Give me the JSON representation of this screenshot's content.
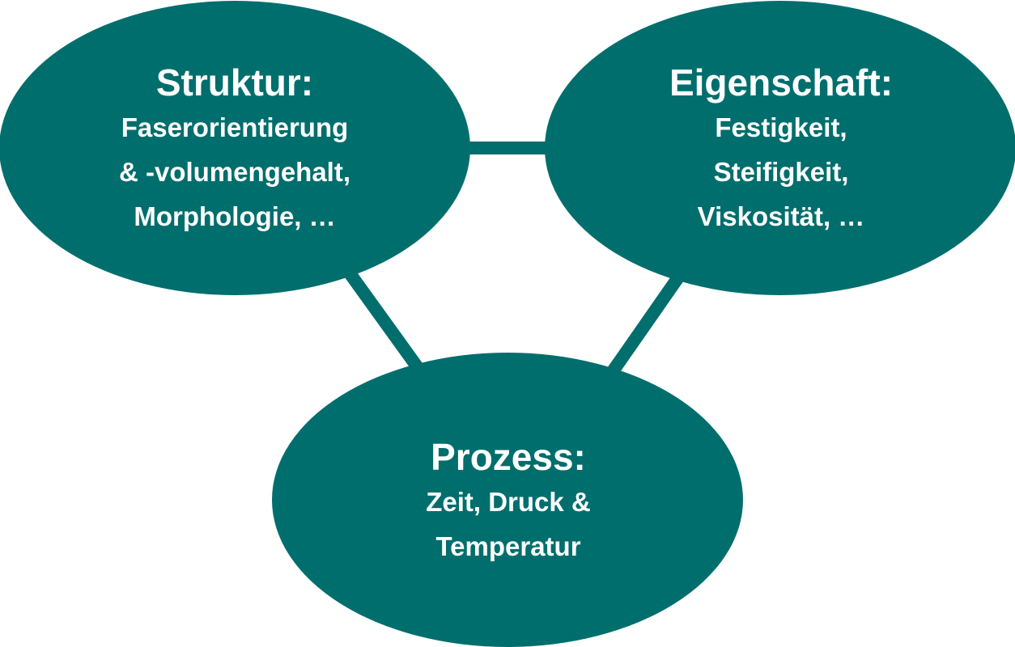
{
  "colors": {
    "node_fill": "#006e6d",
    "connector": "#006e6d",
    "text": "#ffffff",
    "background": "#ffffff"
  },
  "nodes": {
    "struktur": {
      "title": "Struktur:",
      "lines": [
        "Faserorientierung",
        "& -volumengehalt,",
        "Morphologie, …"
      ]
    },
    "eigenschaft": {
      "title": "Eigenschaft:",
      "lines": [
        "Festigkeit,",
        "Steifigkeit,",
        "Viskosität, …"
      ]
    },
    "prozess": {
      "title": "Prozess:",
      "lines": [
        "Zeit, Druck &",
        "Temperatur"
      ]
    }
  },
  "connections": [
    {
      "from": "struktur",
      "to": "eigenschaft"
    },
    {
      "from": "struktur",
      "to": "prozess"
    },
    {
      "from": "eigenschaft",
      "to": "prozess"
    }
  ]
}
